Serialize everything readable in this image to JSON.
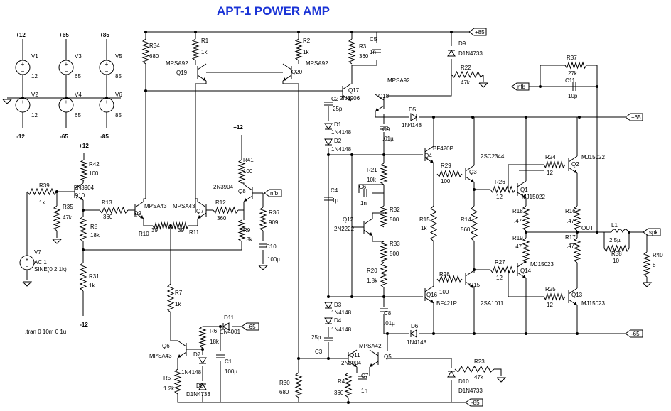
{
  "title": "APT-1 POWER AMP",
  "sim_directive": ".tran 0 10m 0 1u",
  "nets": {
    "plus12": "+12",
    "minus12": "-12",
    "plus65": "+65",
    "minus65": "-65",
    "plus85": "+85",
    "minus85": "-85",
    "nfb": "nfb",
    "spk": "spk",
    "out": "OUT"
  },
  "sources": [
    {
      "ref": "V1",
      "value": "12"
    },
    {
      "ref": "V2",
      "value": "12"
    },
    {
      "ref": "V3",
      "value": "65"
    },
    {
      "ref": "V4",
      "value": "65"
    },
    {
      "ref": "V5",
      "value": "85"
    },
    {
      "ref": "V6",
      "value": "85"
    },
    {
      "ref": "V7",
      "value": "AC 1",
      "value2": "SINE(0 2 1k)"
    }
  ],
  "resistors": [
    {
      "ref": "R1",
      "value": "1k"
    },
    {
      "ref": "R2",
      "value": "1k"
    },
    {
      "ref": "R3",
      "value": "360"
    },
    {
      "ref": "R4",
      "value": "360"
    },
    {
      "ref": "R5",
      "value": "1.2k"
    },
    {
      "ref": "R6",
      "value": "18k"
    },
    {
      "ref": "R7",
      "value": "1k"
    },
    {
      "ref": "R8",
      "value": "18k"
    },
    {
      "ref": "R9",
      "value": "18k"
    },
    {
      "ref": "R10",
      "value": "39"
    },
    {
      "ref": "R11",
      "value": "39"
    },
    {
      "ref": "R12",
      "value": "360"
    },
    {
      "ref": "R13",
      "value": "360"
    },
    {
      "ref": "R14",
      "value": "560"
    },
    {
      "ref": "R15",
      "value": "1k"
    },
    {
      "ref": "R16",
      "value": ".47"
    },
    {
      "ref": "R17",
      "value": ".47"
    },
    {
      "ref": "R18",
      "value": ".47"
    },
    {
      "ref": "R19",
      "value": ".47"
    },
    {
      "ref": "R20",
      "value": "1.8k"
    },
    {
      "ref": "R21",
      "value": "10k"
    },
    {
      "ref": "R22",
      "value": "47k"
    },
    {
      "ref": "R23",
      "value": "47k"
    },
    {
      "ref": "R24",
      "value": "12"
    },
    {
      "ref": "R25",
      "value": "12"
    },
    {
      "ref": "R26",
      "value": "12"
    },
    {
      "ref": "R27",
      "value": "12"
    },
    {
      "ref": "R28",
      "value": "100"
    },
    {
      "ref": "R29",
      "value": "100"
    },
    {
      "ref": "R30",
      "value": "680"
    },
    {
      "ref": "R31",
      "value": "1k"
    },
    {
      "ref": "R32",
      "value": "500"
    },
    {
      "ref": "R33",
      "value": "500"
    },
    {
      "ref": "R34",
      "value": "680"
    },
    {
      "ref": "R35",
      "value": "47k"
    },
    {
      "ref": "R36",
      "value": "909"
    },
    {
      "ref": "R37",
      "value": "27k"
    },
    {
      "ref": "R38",
      "value": "10"
    },
    {
      "ref": "R39",
      "value": "1k"
    },
    {
      "ref": "R40",
      "value": "8"
    },
    {
      "ref": "R41",
      "value": "100"
    },
    {
      "ref": "R42",
      "value": "100"
    }
  ],
  "capacitors": [
    {
      "ref": "C1",
      "value": "100µ"
    },
    {
      "ref": "C2",
      "value": "25p"
    },
    {
      "ref": "C3",
      "value": "25p"
    },
    {
      "ref": "C4",
      "value": ".1µ"
    },
    {
      "ref": "C5",
      "value": "1n"
    },
    {
      "ref": "C6",
      "value": "1n"
    },
    {
      "ref": "C7",
      "value": "1n"
    },
    {
      "ref": "C8",
      "value": ".01µ"
    },
    {
      "ref": "C9",
      "value": ".01µ"
    },
    {
      "ref": "C10",
      "value": "100µ"
    },
    {
      "ref": "C11",
      "value": "10p"
    }
  ],
  "inductors": [
    {
      "ref": "L1",
      "value": "2.5µ"
    }
  ],
  "diodes": [
    {
      "ref": "D1",
      "value": "1N4148"
    },
    {
      "ref": "D2",
      "value": "1N4148"
    },
    {
      "ref": "D3",
      "value": "1N4148"
    },
    {
      "ref": "D4",
      "value": "1N4148"
    },
    {
      "ref": "D5",
      "value": "1N4148"
    },
    {
      "ref": "D6",
      "value": "1N4148"
    },
    {
      "ref": "D7",
      "value": "1N4148"
    },
    {
      "ref": "D8",
      "value": "D1N4733"
    },
    {
      "ref": "D9",
      "value": "D1N4733"
    },
    {
      "ref": "D10",
      "value": "D1N4733"
    },
    {
      "ref": "D11",
      "value": "1N4001"
    }
  ],
  "transistors": [
    {
      "ref": "Q1",
      "value": "MJ15022"
    },
    {
      "ref": "Q2",
      "value": "MJ15022"
    },
    {
      "ref": "Q3",
      "value": "2SC2344"
    },
    {
      "ref": "Q4",
      "value": "BF420P"
    },
    {
      "ref": "Q5",
      "value": "MPSA42"
    },
    {
      "ref": "Q6",
      "value": "MPSA43"
    },
    {
      "ref": "Q7",
      "value": "MPSA43"
    },
    {
      "ref": "Q8",
      "value": "2N3904"
    },
    {
      "ref": "Q9",
      "value": "MPSA43"
    },
    {
      "ref": "Q10",
      "value": "2N3904"
    },
    {
      "ref": "Q11",
      "value": "2N3904"
    },
    {
      "ref": "Q12",
      "value": "2N2222"
    },
    {
      "ref": "Q13",
      "value": "MJ15023"
    },
    {
      "ref": "Q14",
      "value": "MJ15023"
    },
    {
      "ref": "Q15",
      "value": "2SA1011"
    },
    {
      "ref": "Q16",
      "value": "BF421P"
    },
    {
      "ref": "Q17",
      "value": "2N3906"
    },
    {
      "ref": "Q18",
      "value": "MPSA92"
    },
    {
      "ref": "Q19",
      "value": "MPSA92"
    },
    {
      "ref": "Q20",
      "value": "MPSA92"
    }
  ]
}
